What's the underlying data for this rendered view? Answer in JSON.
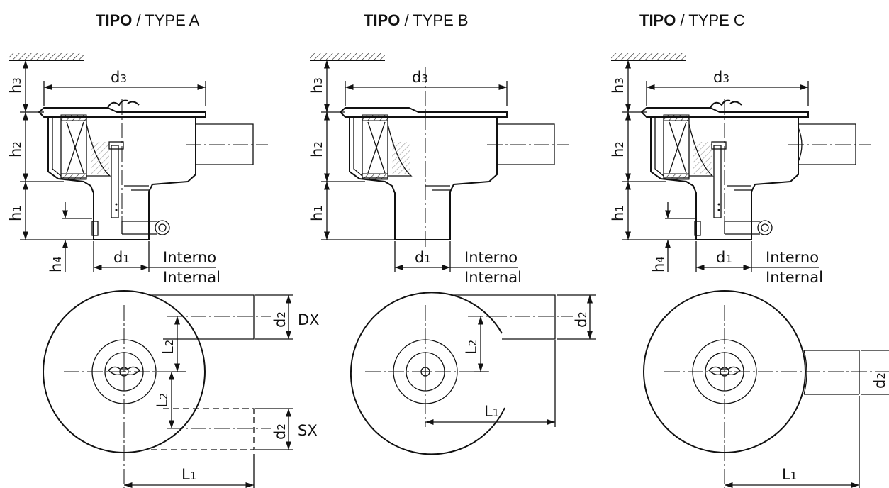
{
  "types": [
    {
      "id": "A",
      "title_bold": "TIPO",
      "title_rest": " / TYPE A"
    },
    {
      "id": "B",
      "title_bold": "TIPO",
      "title_rest": " / TYPE B"
    },
    {
      "id": "C",
      "title_bold": "TIPO",
      "title_rest": " / TYPE C"
    }
  ],
  "dims": {
    "d1": "d",
    "d1_sub": "1",
    "d2": "d",
    "d2_sub": "2",
    "d3": "d",
    "d3_sub": "3",
    "h1": "h",
    "h1_sub": "1",
    "h2": "h",
    "h2_sub": "2",
    "h3": "h",
    "h3_sub": "3",
    "h4": "h",
    "h4_sub": "4",
    "L1": "L",
    "L1_sub": "1",
    "L2": "L",
    "L2_sub": "2"
  },
  "labels": {
    "interno": "Interno",
    "internal": "Internal",
    "dx": "DX",
    "sx": "SX"
  }
}
